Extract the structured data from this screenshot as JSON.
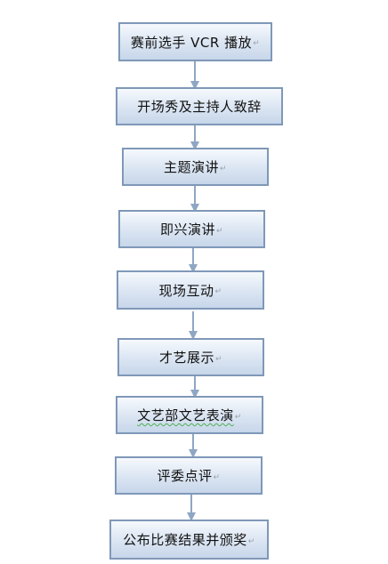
{
  "diagram": {
    "steps": [
      "赛前选手 VCR 播放",
      "开场秀及主持人致辞",
      "主题演讲",
      "即兴演讲",
      "现场互动",
      "才艺展示",
      "文艺部文艺表演",
      "评委点评",
      "公布比赛结果并颁奖"
    ],
    "paragraph_mark": "↵",
    "colors": {
      "box_border": "#7f98b8",
      "box_fill_top": "#f6f9fd",
      "box_fill_bottom": "#c7d6ea",
      "arrow": "#8fa6c4",
      "text": "#111111"
    }
  }
}
